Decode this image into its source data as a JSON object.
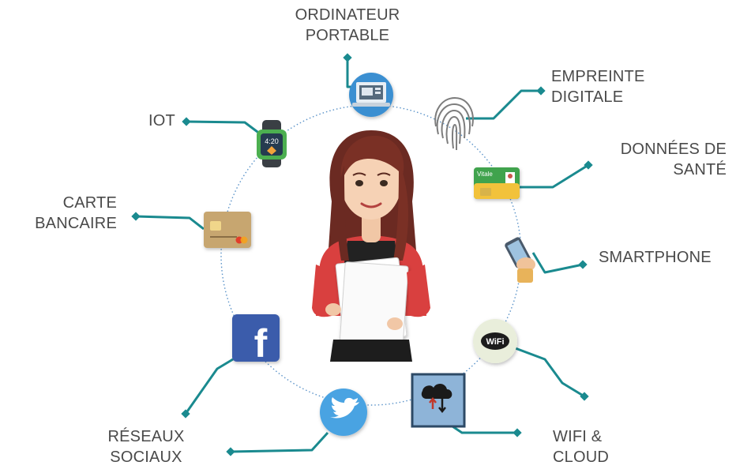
{
  "colors": {
    "connector": "#1a8a8f",
    "ring": "#5b93c9",
    "label_text": "#4a4a4a"
  },
  "center": {
    "figure": "woman-holding-documents"
  },
  "items": [
    {
      "key": "laptop",
      "lines": [
        "ORDINATEUR",
        "PORTABLE"
      ],
      "icon": "laptop-icon"
    },
    {
      "key": "fingerprint",
      "lines": [
        "EMPREINTE",
        "DIGITALE"
      ],
      "icon": "fingerprint-icon"
    },
    {
      "key": "health",
      "lines": [
        "DONNÉES DE",
        "SANTÉ"
      ],
      "icon": "health-card-icon",
      "card_text": "Vitale"
    },
    {
      "key": "smartphone",
      "lines": [
        "SMARTPHONE"
      ],
      "icon": "smartphone-icon"
    },
    {
      "key": "wifi",
      "lines": [
        "WIFI &",
        "CLOUD"
      ],
      "icon": "wifi-icon",
      "badge_text": "WiFi"
    },
    {
      "key": "cloud",
      "lines": [],
      "icon": "cloud-icon"
    },
    {
      "key": "social",
      "lines": [
        "RÉSEAUX",
        "SOCIAUX"
      ],
      "icon": "twitter-icon"
    },
    {
      "key": "facebook",
      "lines": [],
      "icon": "facebook-icon",
      "glyph": "f"
    },
    {
      "key": "bank",
      "lines": [
        "CARTE",
        "BANCAIRE"
      ],
      "icon": "bank-card-icon"
    },
    {
      "key": "iot",
      "lines": [
        "IOT"
      ],
      "icon": "smartwatch-icon",
      "watch_time": "4:20"
    }
  ]
}
